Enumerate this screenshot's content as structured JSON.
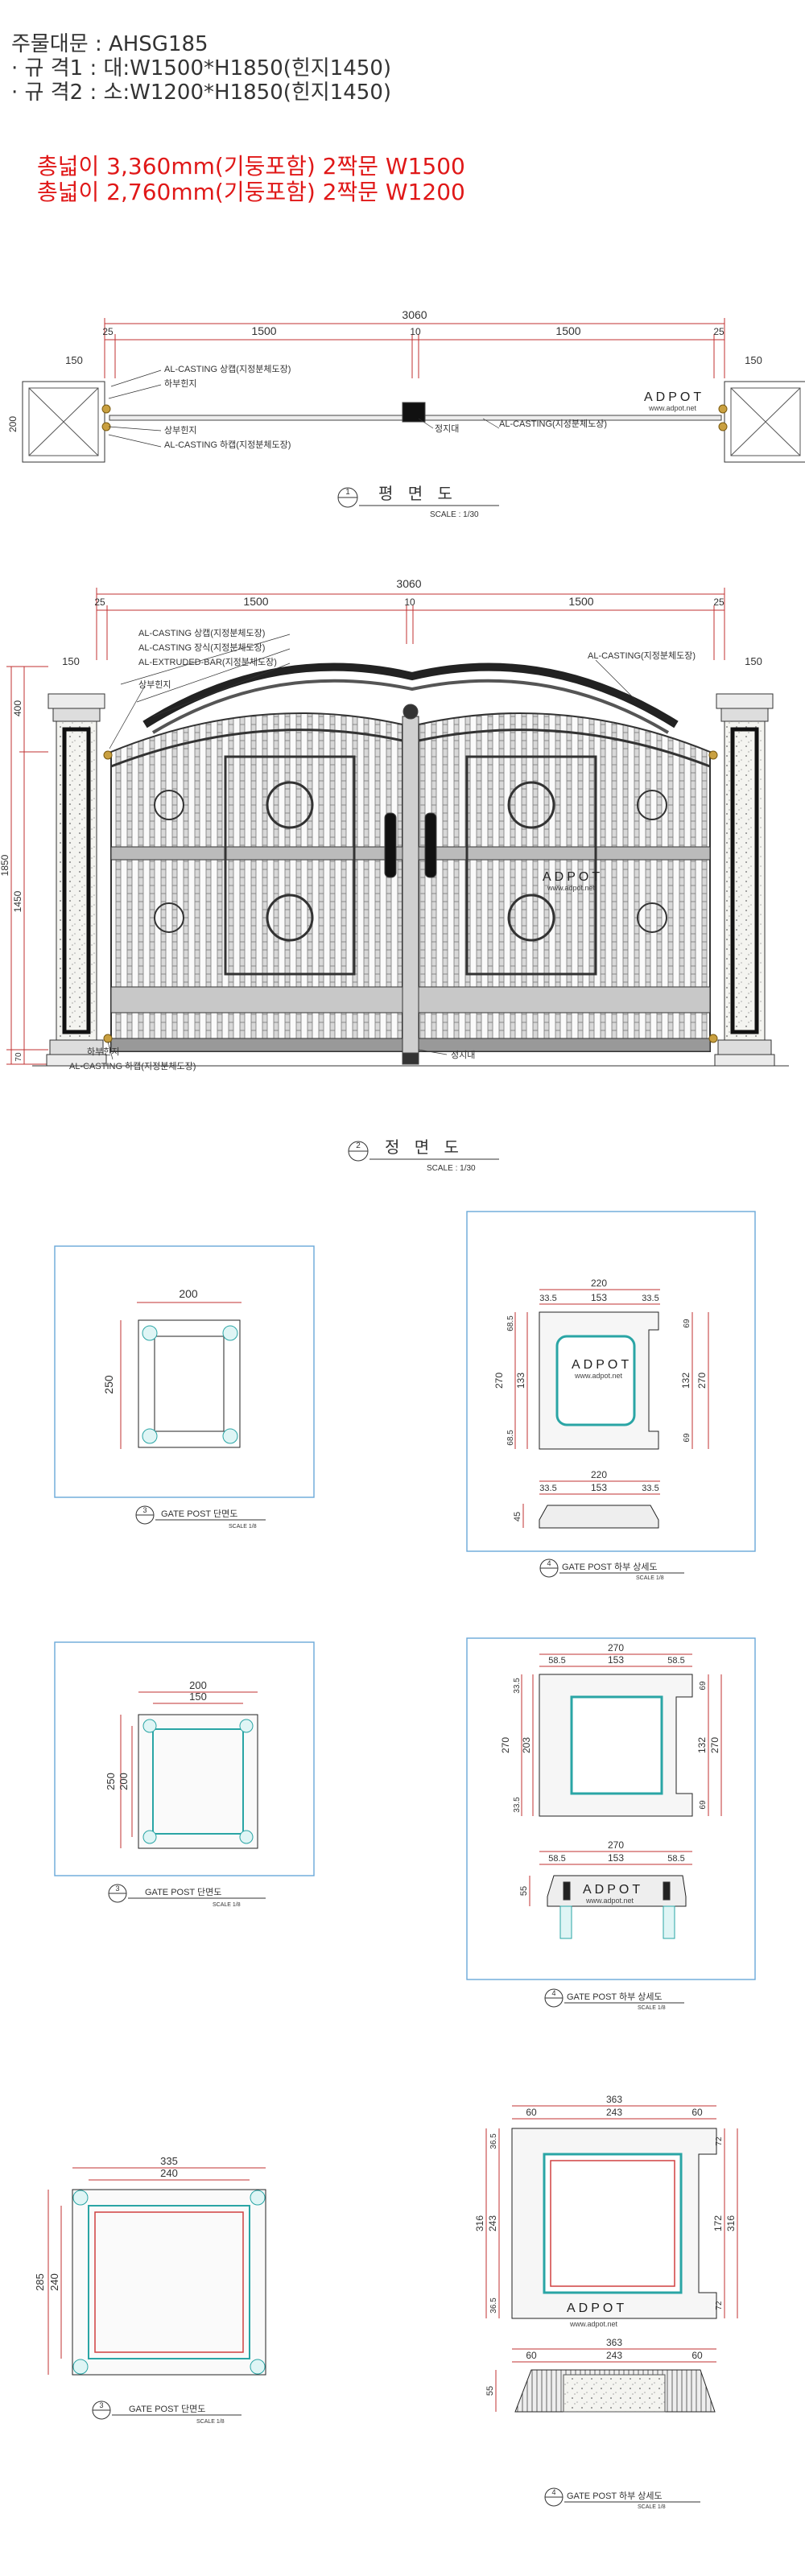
{
  "header": {
    "line1": "주물대문 : AHSG185",
    "line2": "· 규 격1 : 대:W1500*H1850(힌지1450)",
    "line3": "· 규 격2 : 소:W1200*H1850(힌지1450)",
    "red1": "총넓이 3,360mm(기둥포함) 2짝문 W1500",
    "red2": "총넓이 2,760mm(기둥포함) 2짝문 W1200"
  },
  "plan": {
    "total": "3060",
    "left_gap": "25",
    "door_left": "1500",
    "center": "10",
    "door_right": "1500",
    "right_gap": "25",
    "post_left": "150",
    "post_right": "150",
    "post_depth": "200",
    "lbl_casting_top": "AL-CASTING 상캡(지정분체도장)",
    "lbl_lower_hinge": "하부힌지",
    "lbl_upper_hinge": "상부힌지",
    "lbl_casting_bottom": "AL-CASTING 하캡(지정분체도장)",
    "lbl_stopper": "정지대",
    "lbl_casting_right": "AL-CASTING(지정분체도장)",
    "watermark": "ADPOT",
    "watermark_url": "www.adpot.net",
    "title_num": "1",
    "title": "평 면 도",
    "scale": "SCALE : 1/30"
  },
  "front": {
    "total": "3060",
    "left_gap": "25",
    "door_left": "1500",
    "center": "10",
    "door_right": "1500",
    "right_gap": "25",
    "post_w": "150",
    "post_w_right": "150",
    "h_total": "1850",
    "h_top": "400",
    "h_main": "1450",
    "h_bottom": "70",
    "lbl1": "AL-CASTING 상캡(지정분체도장)",
    "lbl2": "AL-CASTING 장식(지정분체도장)",
    "lbl3": "AL-EXTRUDED-BAR(지정분체도장)",
    "lbl4": "상부힌지",
    "lbl_right": "AL-CASTING(지정분체도장)",
    "lbl_lower_hinge": "하부힌지",
    "lbl_bottom": "AL-CASTING 하캡(지정분체도장)",
    "lbl_stopper": "정지대",
    "watermark": "ADPOT",
    "watermark_url": "www.adpot.net",
    "title_num": "2",
    "title": "정 면 도",
    "scale": "SCALE : 1/30"
  },
  "details": {
    "d1": {
      "w": "200",
      "h": "250",
      "num": "3",
      "title": "GATE POST 단면도",
      "scale": "SCALE 1/8"
    },
    "d2": {
      "w_total": "220",
      "w_a": "33.5",
      "w_b": "153",
      "w_c": "33.5",
      "h_a": "68.5",
      "h_b": "133",
      "h_c": "68.5",
      "h_total": "270",
      "r_a": "69",
      "r_b": "132",
      "r_c": "69",
      "r_total": "270",
      "b_total": "220",
      "b_a": "33.5",
      "b_b": "153",
      "b_c": "33.5",
      "b_h": "45",
      "num": "4",
      "title": "GATE POST 하부 상세도",
      "scale": "SCALE 1/8",
      "watermark": "ADPOT",
      "watermark_url": "www.adpot.net"
    },
    "d3": {
      "w_outer": "200",
      "w_inner": "150",
      "h_outer": "250",
      "h_inner": "200",
      "num": "3",
      "title": "GATE POST 단면도",
      "scale": "SCALE 1/8"
    },
    "d4": {
      "w_total": "270",
      "w_a": "58.5",
      "w_b": "153",
      "w_c": "58.5",
      "h_a": "33.5",
      "h_b": "203",
      "h_c": "33.5",
      "h_total": "270",
      "r_a": "69",
      "r_b": "132",
      "r_c": "69",
      "r_total": "270",
      "b_total": "270",
      "b_a": "58.5",
      "b_b": "153",
      "b_c": "58.5",
      "b_h": "55",
      "num": "4",
      "title": "GATE POST 하부 상세도",
      "scale": "SCALE 1/8",
      "watermark": "ADPOT",
      "watermark_url": "www.adpot.net"
    },
    "d5": {
      "w_outer": "335",
      "w_inner": "240",
      "h_outer": "285",
      "h_inner": "240",
      "num": "3",
      "title": "GATE POST 단면도",
      "scale": "SCALE 1/8"
    },
    "d6": {
      "w_total": "363",
      "w_a": "60",
      "w_b": "243",
      "w_c": "60",
      "h_a": "36.5",
      "h_b": "243",
      "h_c": "36.5",
      "h_total": "316",
      "r_a": "72",
      "r_b": "172",
      "r_c": "72",
      "r_total": "316",
      "b_total": "363",
      "b_a": "60",
      "b_b": "243",
      "b_c": "60",
      "b_h": "55",
      "num": "4",
      "title": "GATE POST 하부 상세도",
      "scale": "SCALE 1/8",
      "watermark": "ADPOT",
      "watermark_url": "www.adpot.net"
    }
  }
}
